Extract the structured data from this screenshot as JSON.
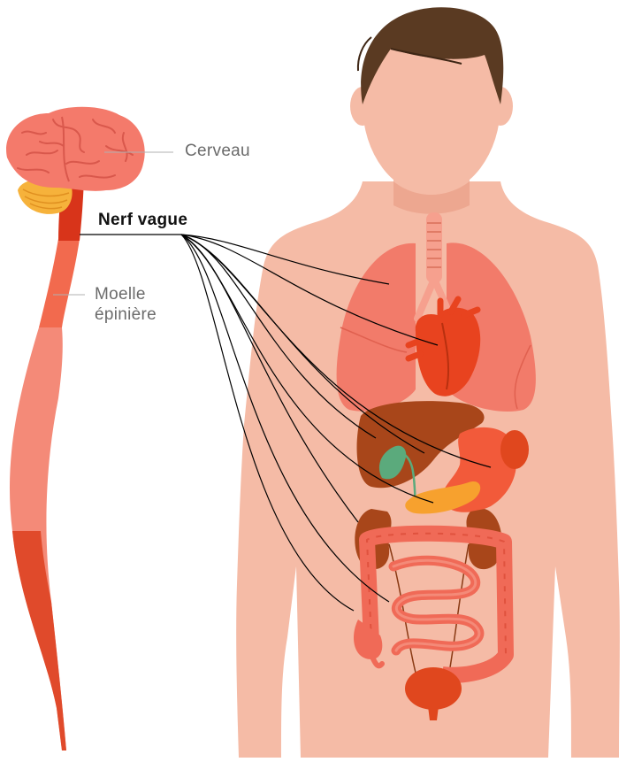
{
  "labels": {
    "brain": "Cerveau",
    "vagus_nerve": "Nerf vague",
    "spinal_cord_line1": "Moelle",
    "spinal_cord_line2": "épinière"
  },
  "colors": {
    "skin": "#F5BBA6",
    "skin_shadow": "#EDA790",
    "hair": "#5A3A22",
    "brain": "#F47A6B",
    "brain_fold": "#D9584C",
    "cerebellum": "#F6B23B",
    "brainstem": "#D8341A",
    "cord_upper": "#F26A4E",
    "cord_lower": "#F48A78",
    "lungs": "#F27B6A",
    "trachea": "#F6A08E",
    "heart": "#E8431F",
    "liver": "#A8461A",
    "gallbladder": "#5BAA7C",
    "stomach": "#F25A3A",
    "pancreas": "#F7A12E",
    "kidney": "#A8461A",
    "intestine": "#F06A57",
    "bladder": "#E0471E",
    "nerve": "#000000"
  },
  "icons": [
    "brain-icon",
    "lungs-icon",
    "heart-icon",
    "liver-icon",
    "stomach-icon",
    "intestine-icon",
    "bladder-icon"
  ]
}
